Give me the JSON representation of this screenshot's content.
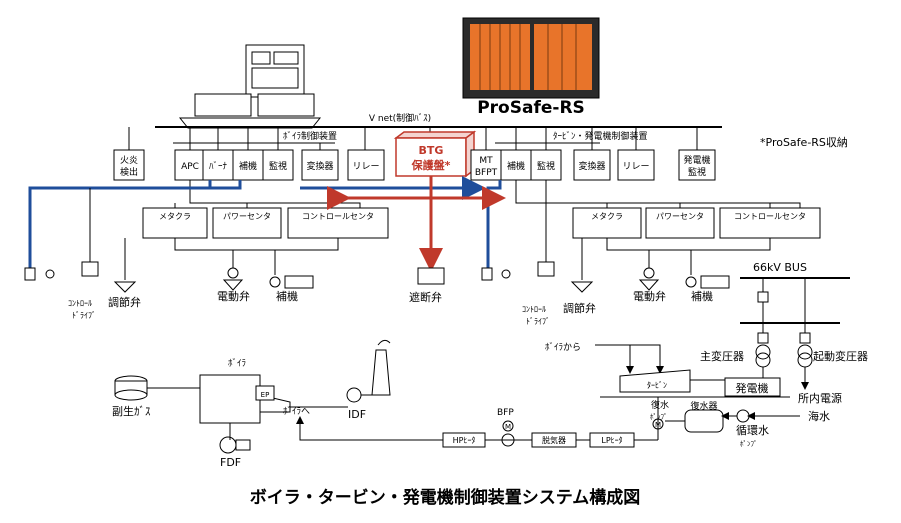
{
  "product": "ProSafe-RS",
  "network": "V net(制御ﾊﾞｽ)",
  "boiler_ctrl": "ﾎﾞｲﾗ制御装置",
  "turbine_ctrl": "ﾀｰﾋﾞﾝ・発電機制御装置",
  "note": "*ProSafe-RS収納",
  "btg_line1": "BTG",
  "btg_line2": "保護盤*",
  "left_units": {
    "flame_l1": "火炎",
    "flame_l2": "検出",
    "apc": "APC",
    "burner": "ﾊﾞｰﾅ",
    "aux": "補機",
    "monitor": "監視",
    "converter": "変換器",
    "relay": "リレー"
  },
  "right_units": {
    "mt_l1": "MT",
    "mt_l2": "BFPT",
    "aux": "補機",
    "monitor": "監視",
    "converter": "変換器",
    "relay": "リレー",
    "genmon_l1": "発電機",
    "genmon_l2": "監視"
  },
  "panels": {
    "metaclad": "メタクラ",
    "power_center": "パワーセンタ",
    "control_center": "コントロールセンタ"
  },
  "field": {
    "ctrl_drive_l1": "ｺﾝﾄﾛｰﾙ",
    "ctrl_drive_l2": "ﾄﾞﾗｲﾌﾞ",
    "valve": "調節弁",
    "mov": "電動弁",
    "aux": "補機",
    "shutoff": "遮断弁"
  },
  "power": {
    "bus": "66kV BUS",
    "main_tr": "主変圧器",
    "start_tr": "起動変圧器",
    "house": "所内電源",
    "from_boiler": "ﾎﾞｲﾗから",
    "generator": "発電機",
    "turbine": "ﾀｰﾋﾞﾝ"
  },
  "plant": {
    "boiler": "ﾎﾞｲﾗ",
    "ep": "EP",
    "byproduct_gas": "副生ｶﾞｽ",
    "idf": "IDF",
    "fdf": "FDF",
    "to_boiler": "ﾎﾞｲﾗへ",
    "bfp": "BFP",
    "hp_heater": "HPﾋｰﾀ",
    "deaerator": "脱気器",
    "lp_heater": "LPﾋｰﾀ",
    "condenser": "復水器",
    "cond_pump_l1": "復水",
    "cond_pump_l2": "ﾎﾟﾝﾌﾟ",
    "circ_pump_l1": "循環水",
    "circ_pump_l2": "ﾎﾟﾝﾌﾟ",
    "seawater": "海水",
    "pump_m": "M"
  },
  "caption": "ボイラ・タービン・発電機制御装置システム構成図"
}
